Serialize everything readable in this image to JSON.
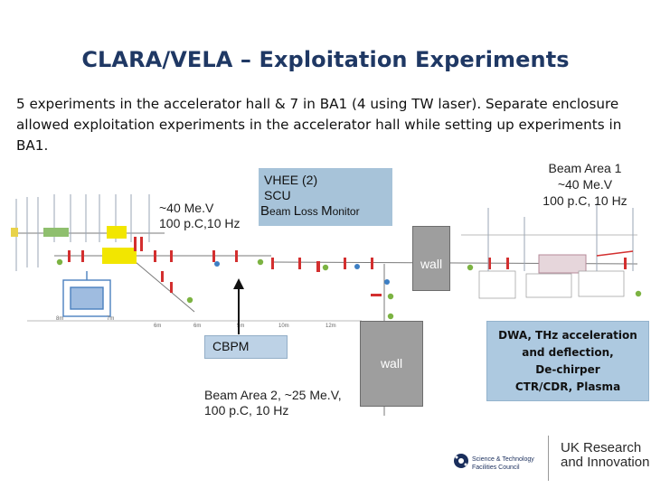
{
  "slide": {
    "title": "CLARA/VELA – Exploitation Experiments",
    "intro": "5 experiments in the accelerator hall & 7 in BA1 (4 using TW laser). Separate enclosure allowed exploitation experiments in the accelerator hall while setting up experiments in BA1."
  },
  "labels": {
    "beam_area_1": [
      "Beam Area 1",
      "~40 Me.V",
      "100 p.C, 10 Hz"
    ],
    "energy_left": [
      "~40 Me.V",
      "100 p.C,10 Hz"
    ],
    "vhee_box": {
      "line1": "VHEE (2)",
      "line2": "SCU",
      "line3_parts": [
        {
          "big": "B",
          "small": "eam "
        },
        {
          "big": "L",
          "small": "oss "
        },
        {
          "big": "M",
          "small": "onitor"
        }
      ]
    },
    "wall_top": "wall",
    "wall_bottom": "wall",
    "cbpm": "CBPM",
    "beam_area_2": [
      "Beam Area 2, ~25 Me.V,",
      "100 p.C, 10 Hz"
    ],
    "ba1_notes": [
      "DWA, THz acceleration",
      "and deflection,",
      "De-chirper",
      "CTR/CDR, Plasma"
    ]
  },
  "footer": {
    "stfc": [
      "Science & Technology",
      "Facilities Council"
    ],
    "ukri": [
      "UK Research",
      "and Innovation"
    ]
  },
  "colors": {
    "title": "#1f3864",
    "box_fill": "#a7c3d9",
    "wall_fill": "#9e9e9e",
    "beamline_red": "#d32f2f",
    "beamline_yellow": "#f2e600"
  }
}
